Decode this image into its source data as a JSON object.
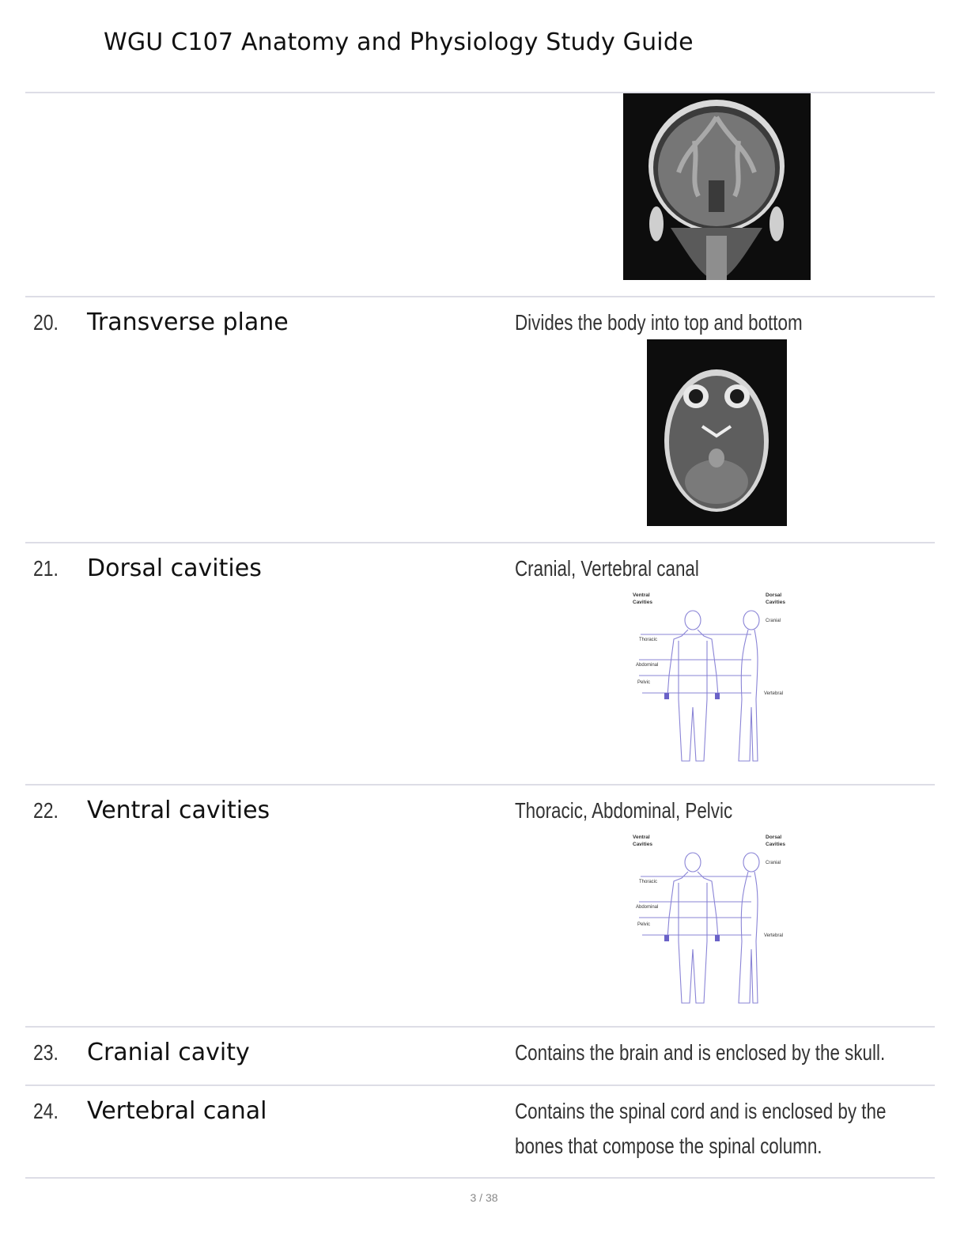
{
  "document": {
    "title": "WGU C107 Anatomy and Physiology Study Guide",
    "page_indicator": "3 / 38"
  },
  "entries": [
    {
      "number": "20.",
      "term": "Transverse plane",
      "definition": "Divides the body into top and bottom"
    },
    {
      "number": "21.",
      "term": "Dorsal cavities",
      "definition": "Cranial, Vertebral canal"
    },
    {
      "number": "22.",
      "term": "Ventral cavities",
      "definition": "Thoracic, Abdominal, Pelvic"
    },
    {
      "number": "23.",
      "term": "Cranial cavity",
      "definition": "Contains the brain and is enclosed by the skull."
    },
    {
      "number": "24.",
      "term": "Vertebral canal",
      "definition_lines": [
        "Contains the spinal cord and is enclosed by the",
        "bones that compose the spinal column."
      ]
    }
  ],
  "cavity_diagram": {
    "ventral_heading_1": "Ventral",
    "ventral_heading_2": "Cavities",
    "dorsal_heading_1": "Dorsal",
    "dorsal_heading_2": "Cavities",
    "label_cranial": "Cranial",
    "label_thoracic": "Thoracic",
    "label_abdominal": "Abdominal",
    "label_pelvic": "Pelvic",
    "label_vertebral": "Vertebral",
    "line_color": "#8a84d6"
  }
}
